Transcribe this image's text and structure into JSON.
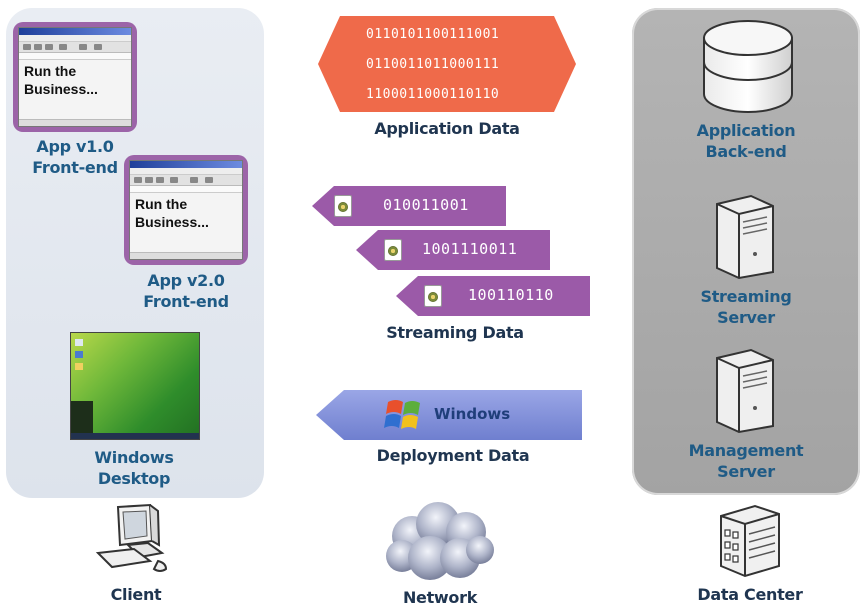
{
  "client": {
    "app_v1": {
      "doc_text": "Run the\nBusiness...",
      "label_line1": "App v1.0",
      "label_line2": "Front-end"
    },
    "app_v2": {
      "doc_text": "Run the\nBusiness...",
      "label_line1": "App v2.0",
      "label_line2": "Front-end"
    },
    "desktop": {
      "label_line1": "Windows",
      "label_line2": "Desktop"
    },
    "label": "Client"
  },
  "network": {
    "application_data": {
      "binary_lines": [
        "0110101100111001",
        "0110011011000111",
        "1100011000110110"
      ],
      "label": "Application Data"
    },
    "streaming_data": {
      "items": [
        "010011001",
        "1001110011",
        "100110110"
      ],
      "label": "Streaming Data"
    },
    "deployment_data": {
      "banner_text": "Windows",
      "label": "Deployment Data"
    },
    "label": "Network"
  },
  "data_center": {
    "app_backend": {
      "label_line1": "Application",
      "label_line2": "Back-end"
    },
    "streaming_server": {
      "label_line1": "Streaming",
      "label_line2": "Server"
    },
    "management_server": {
      "label_line1": "Management",
      "label_line2": "Server"
    },
    "label": "Data Center"
  },
  "colors": {
    "application_data": "#ef6a4a",
    "streaming_data": "#9b5aa8",
    "deployment_data": "#7f8ed6",
    "label_blue": "#1f5b86",
    "client_panel": "#e4e9f0",
    "datacenter_panel": "#ababab"
  },
  "icons": [
    "app-window-icon",
    "desktop-screenshot-icon",
    "computer-icon",
    "cloud-icon",
    "building-icon",
    "database-cylinder-icon",
    "server-tower-icon",
    "windows-logo-icon"
  ]
}
